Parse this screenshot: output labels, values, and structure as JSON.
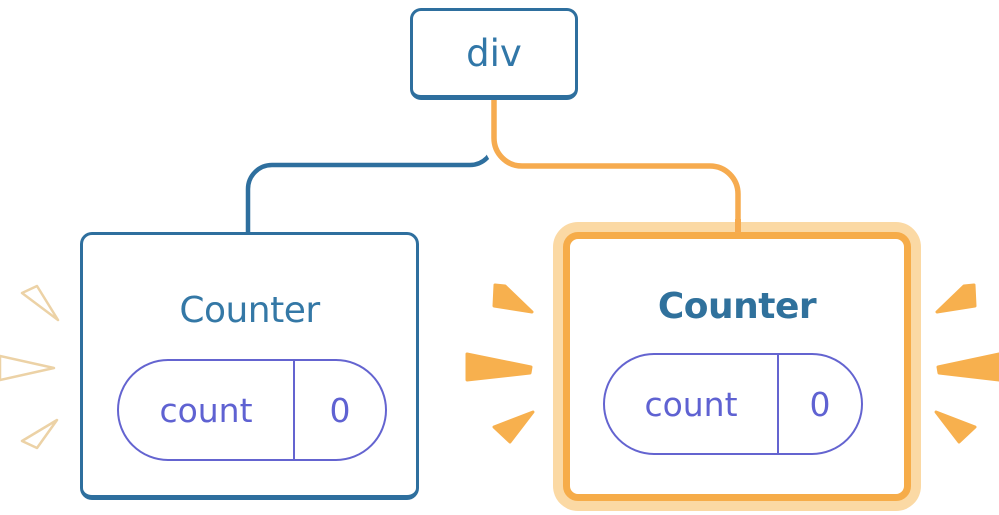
{
  "diagram": {
    "root_node": {
      "label": "div"
    },
    "children": [
      {
        "title": "Counter",
        "state": {
          "key": "count",
          "value": "0"
        },
        "highlighted": false
      },
      {
        "title": "Counter",
        "state": {
          "key": "count",
          "value": "0"
        },
        "highlighted": true
      }
    ]
  },
  "colors": {
    "background": "#ffffff",
    "node_border_blue": "#2e6f9e",
    "node_text_blue": "#3177a8",
    "title_blue": "#3478a6",
    "title_blue_bold": "#30719c",
    "connector_blue": "#2e6f9e",
    "connector_orange": "#f6ab4f",
    "connector_casing": "#ffffff",
    "highlight_border": "#f6ac49",
    "highlight_glow": "#fbd9a4",
    "state_purple": "#6464d0",
    "state_purple_text": "#5f62d2",
    "spark_orange": "#f7b04e",
    "spark_white_fill": "#ffffff",
    "spark_white_outline": "#ecd2a6"
  }
}
